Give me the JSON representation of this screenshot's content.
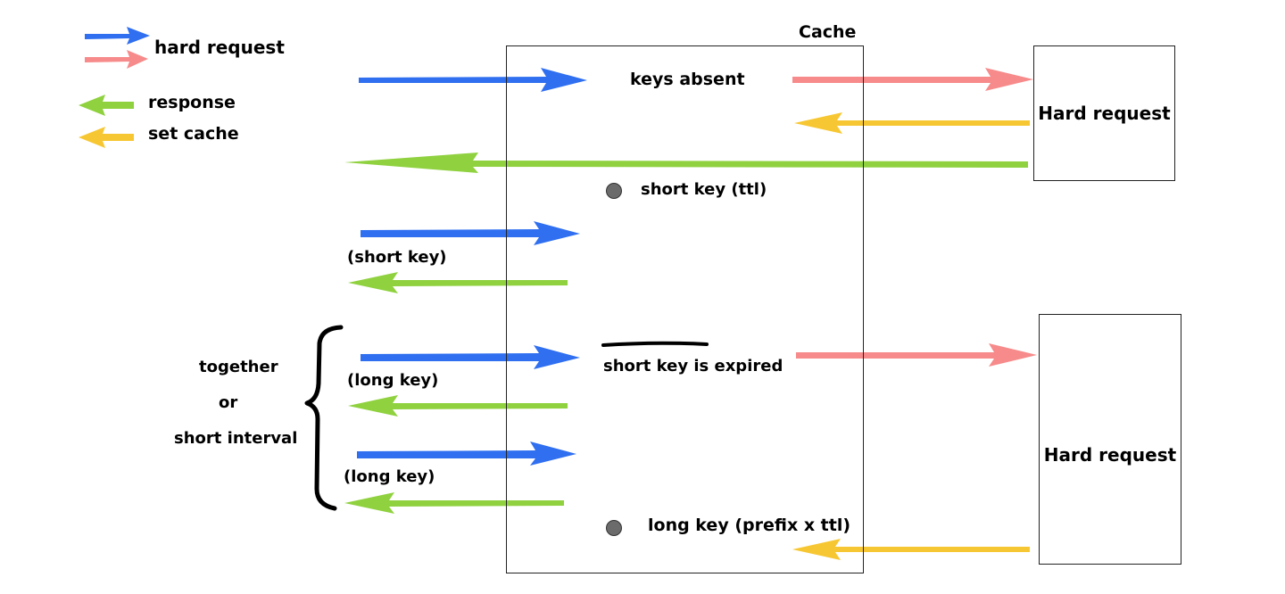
{
  "legend": {
    "hard_request": "hard request",
    "response": "response",
    "set_cache": "set cache"
  },
  "cache": {
    "title": "Cache",
    "keys_absent": "keys absent",
    "short_key_ttl": "short key (ttl)",
    "short_key_expired": "short key is expired",
    "long_key_prefix": "long key (prefix x ttl)"
  },
  "left": {
    "short_key": "(short key)",
    "long_key_1": "(long key)",
    "long_key_2": "(long key)",
    "together": "together",
    "or": "or",
    "short_interval": "short interval"
  },
  "servers": {
    "top": "Hard request",
    "bottom": "Hard request"
  },
  "colors": {
    "request_blue": "#2f6ff0",
    "request_red": "#f78a8a",
    "response_green": "#8fd13f",
    "set_cache_yellow": "#f7c733"
  }
}
